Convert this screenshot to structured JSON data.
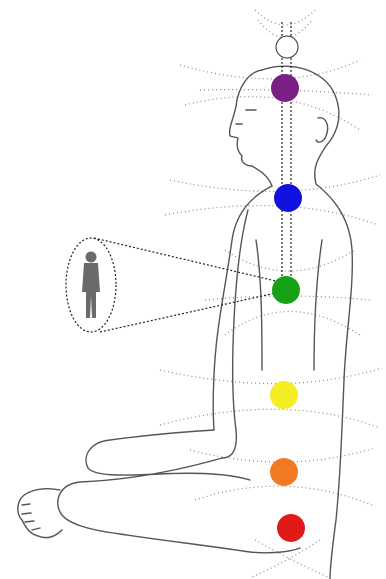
{
  "diagram": {
    "chakras": [
      {
        "name": "crown",
        "color": "#ffffff"
      },
      {
        "name": "third-eye",
        "color": "#7a1f86"
      },
      {
        "name": "throat",
        "color": "#1212e0"
      },
      {
        "name": "heart",
        "color": "#17a117"
      },
      {
        "name": "solar-plexus",
        "color": "#f2ee22"
      },
      {
        "name": "sacral",
        "color": "#f07a22"
      },
      {
        "name": "root",
        "color": "#e11919"
      }
    ],
    "outline_color": "#555555",
    "stipple_color": "#8a8a8a",
    "figure_icon": {
      "name": "person-silhouette-icon",
      "color": "#6a6a6a"
    }
  }
}
